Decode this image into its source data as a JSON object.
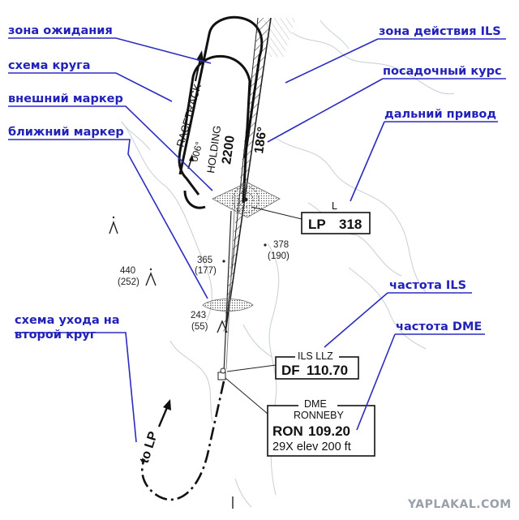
{
  "callouts": {
    "holding_zone": "зона ожидания",
    "circuit": "схема круга",
    "outer_marker": "внешний маркер",
    "inner_marker": "ближний маркер",
    "go_around": [
      "схема ухода на",
      "второй круг"
    ],
    "ils_zone": "зона действия ILS",
    "landing_course": "посадочный курс",
    "far_ndb": "дальний привод",
    "ils_freq": "частота ILS",
    "dme_freq": "частота DME"
  },
  "chart": {
    "racetrack": "RACETRACK",
    "inbound_course": "006°",
    "holding": "HOLDING",
    "holding_alt": "2200",
    "final_course": "186°",
    "to_lp": "to LP"
  },
  "obstacles": [
    {
      "alt": "365",
      "ref": "(177)"
    },
    {
      "alt": "378",
      "ref": "(190)"
    },
    {
      "alt": "440",
      "ref": "(252)"
    },
    {
      "alt": "243",
      "ref": "(55)"
    }
  ],
  "ndb_box": {
    "marker": "L",
    "ident": "LP",
    "freq": "318"
  },
  "ils_box": {
    "title": "ILS LLZ",
    "ident": "DF",
    "freq": "110.70"
  },
  "dme_box": {
    "title": "DME",
    "name": "RONNEBY",
    "ident": "RON",
    "freq": "109.20",
    "line2": "29X  elev 200 ft"
  },
  "watermark": "YAPLAKAL.COM",
  "colors": {
    "callout": "#2222b8",
    "terrain": "#c5cfd6",
    "ink": "#111111"
  }
}
